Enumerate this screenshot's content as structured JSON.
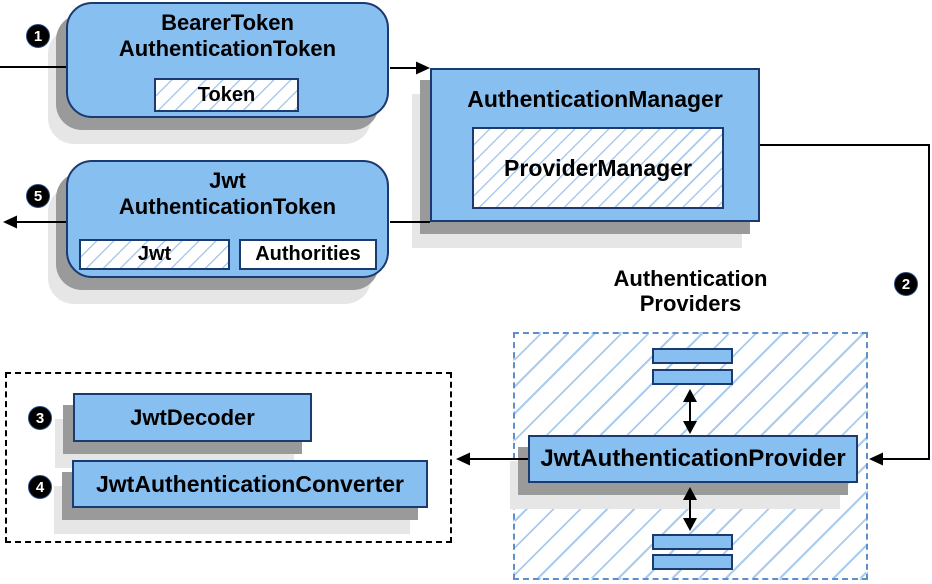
{
  "badges": {
    "step1": "1",
    "step2": "2",
    "step3": "3",
    "step4": "4",
    "step5": "5"
  },
  "bearer_token_box": {
    "title_line1": "BearerToken",
    "title_line2": "AuthenticationToken",
    "token_label": "Token"
  },
  "authentication_manager_box": {
    "title": "AuthenticationManager",
    "provider_manager_label": "ProviderManager"
  },
  "jwt_token_box": {
    "title_line1": "Jwt",
    "title_line2": "AuthenticationToken",
    "jwt_label": "Jwt",
    "authorities_label": "Authorities"
  },
  "providers_group": {
    "heading_line1": "Authentication",
    "heading_line2": "Providers",
    "provider_label": "JwtAuthenticationProvider"
  },
  "decoder_group": {
    "decoder_label": "JwtDecoder",
    "converter_label": "JwtAuthenticationConverter"
  },
  "colors": {
    "node_fill": "#87bff0",
    "node_border": "#1a3a70",
    "hatch_line": "#a8cbee",
    "shadow_dark": "#9a9a9a",
    "shadow_light": "#e6e6e6",
    "providers_dashed_border": "#5e8fcb",
    "decoder_dashed_border": "#000000",
    "connector": "#000000",
    "badge_background": "#000000",
    "badge_text": "#ffffff"
  }
}
